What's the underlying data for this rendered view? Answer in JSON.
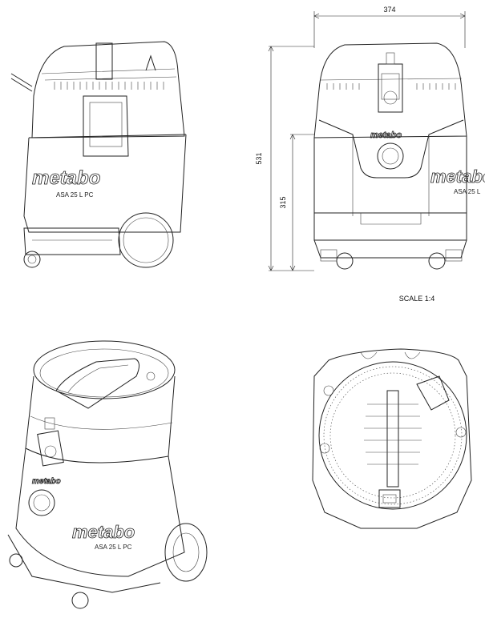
{
  "dimensions": {
    "width": "374",
    "height_total": "531",
    "height_partial": "315"
  },
  "scale_label": "SCALE  1:4",
  "product": {
    "brand": "metabo",
    "model": "ASA 25 L PC"
  },
  "front_model_fragment": "ASA 25 L"
}
